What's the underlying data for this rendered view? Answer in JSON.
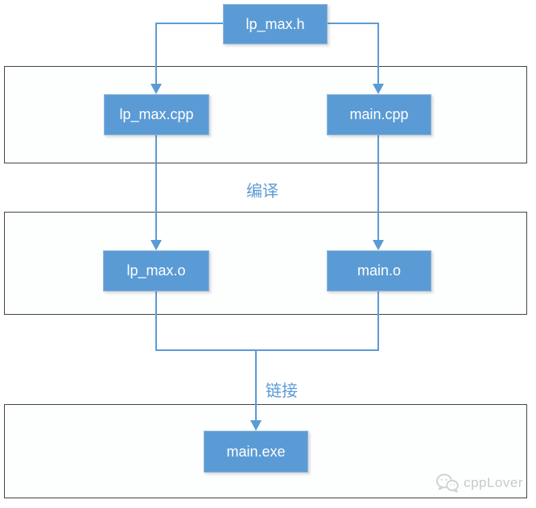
{
  "diagram": {
    "title_context": "C++ compile and link flow",
    "nodes": {
      "header": {
        "label": "lp_max.h"
      },
      "source1": {
        "label": "lp_max.cpp"
      },
      "source2": {
        "label": "main.cpp"
      },
      "object1": {
        "label": "lp_max.o"
      },
      "object2": {
        "label": "main.o"
      },
      "executable": {
        "label": "main.exe"
      }
    },
    "stage_labels": {
      "compile": "编译",
      "link": "链接"
    },
    "colors": {
      "node_fill": "#5b9bd5",
      "node_text": "#ffffff",
      "connector": "#5b9bd5",
      "stage_label_text": "#5b9bd5",
      "frame_border": "#454545",
      "frame_fill": "#fdfefe",
      "watermark_text": "#c9c9c9"
    },
    "watermark": {
      "text": "cppLover",
      "icon": "wechat-chat-bubbles-icon"
    }
  }
}
